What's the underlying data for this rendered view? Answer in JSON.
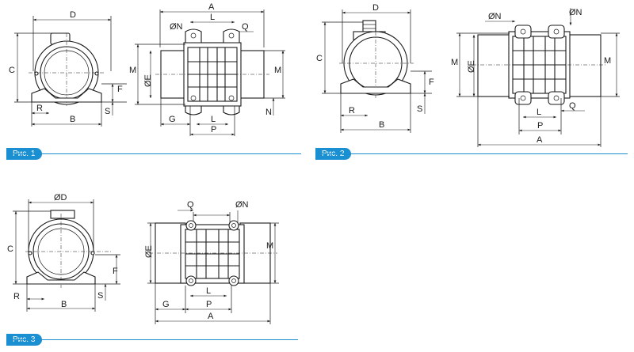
{
  "colors": {
    "accent": "#1a8fd1",
    "line": "#1a1a1a"
  },
  "figures": [
    {
      "caption": "Рис. 1",
      "labels": {
        "D": "D",
        "C": "C",
        "F": "F",
        "S": "S",
        "R": "R",
        "B": "B",
        "A": "A",
        "N": "ØN",
        "L": "L",
        "Q": "Q",
        "M_left": "M",
        "E": "ØE",
        "M_right": "M",
        "G": "G",
        "L2": "L",
        "P": "P",
        "N2": "N"
      }
    },
    {
      "caption": "Рис. 2",
      "labels": {
        "D": "D",
        "C": "C",
        "F": "F",
        "S": "S",
        "R": "R",
        "B": "B",
        "N": "ØN",
        "N2": "ØN",
        "M_left": "M",
        "E": "ØE",
        "M_right": "M",
        "L": "L",
        "Q": "Q",
        "P": "P",
        "A": "A"
      }
    },
    {
      "caption": "Рис. 3",
      "labels": {
        "D": "ØD",
        "C": "C",
        "F": "F",
        "S": "S",
        "R": "R",
        "B": "B",
        "Q": "Q",
        "N": "ØN",
        "E": "ØE",
        "M": "M",
        "G": "G",
        "L": "L",
        "P": "P",
        "A": "A"
      }
    }
  ]
}
